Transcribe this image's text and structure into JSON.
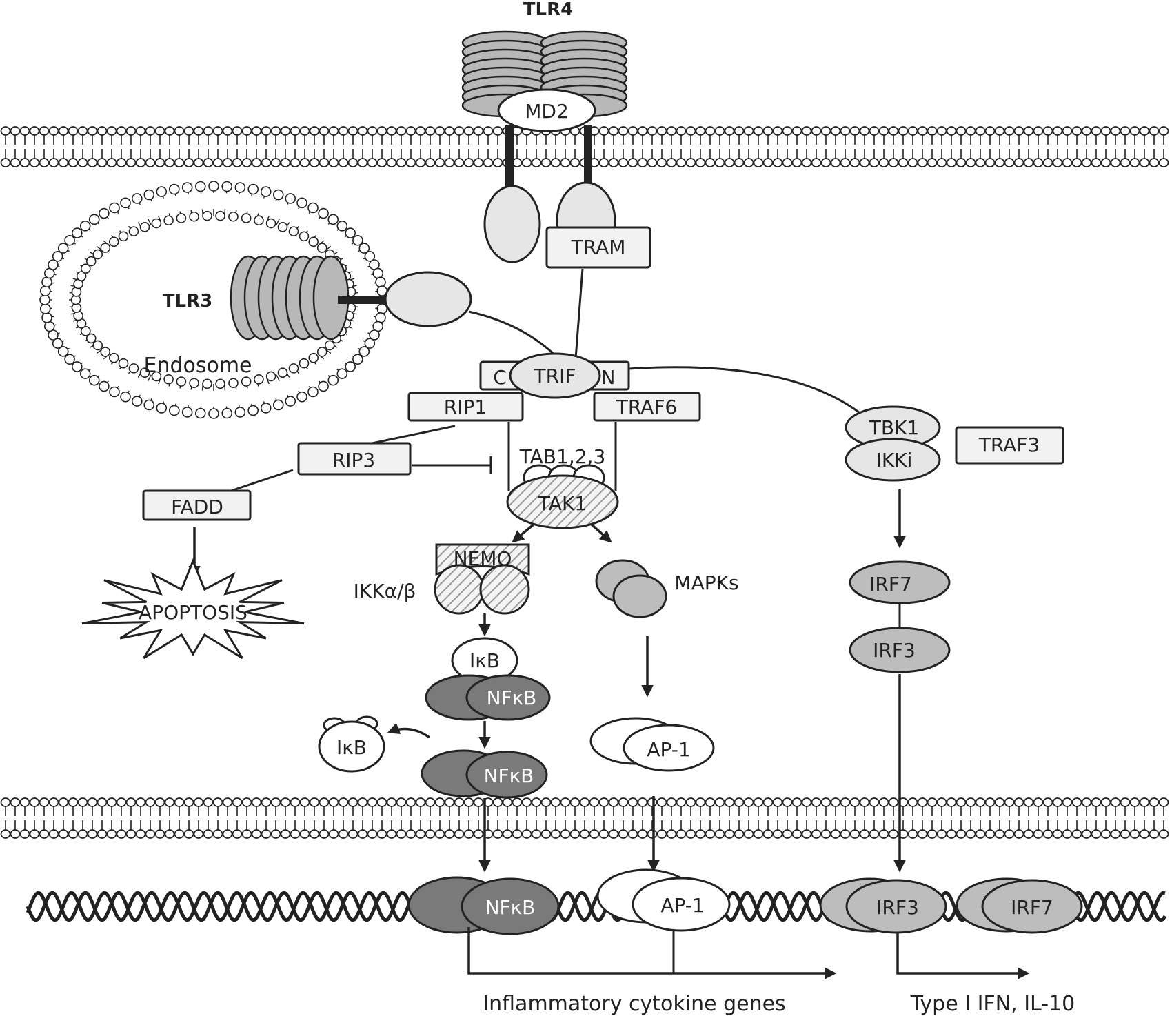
{
  "labels": {
    "tlr4": "TLR4",
    "md2": "MD2",
    "tram": "TRAM",
    "tlr3": "TLR3",
    "endosome": "Endosome",
    "trif": "TRIF",
    "trif_c": "C",
    "trif_n": "N",
    "rip1": "RIP1",
    "traf6": "TRAF6",
    "rip3": "RIP3",
    "tab": "TAB1,2,3",
    "tak1": "TAK1",
    "fadd": "FADD",
    "apoptosis": "APOPTOSIS",
    "nemo": "NEMO",
    "ikk": "IKKα/β",
    "mapks": "MAPKs",
    "ikb1": "IκB",
    "nfkb1": "NFκB",
    "ikb2": "IκB",
    "nfkb2": "NFκB",
    "ap1": "AP-1",
    "tbk1": "TBK1",
    "ikki": "IKKi",
    "traf3": "TRAF3",
    "irf7": "IRF7",
    "irf3": "IRF3",
    "dna_nfkb": "NFκB",
    "dna_ap1": "AP-1",
    "dna_irf3": "IRF3",
    "dna_irf7": "IRF7",
    "out_inflammatory": "Inflammatory cytokine genes",
    "out_ifn": "Type I IFN, IL-10"
  },
  "colors": {
    "stroke": "#222222",
    "light": "#e6e6e6",
    "mid": "#bdbdbd",
    "dark": "#7a7a7a",
    "box": "#f2f2f2"
  }
}
